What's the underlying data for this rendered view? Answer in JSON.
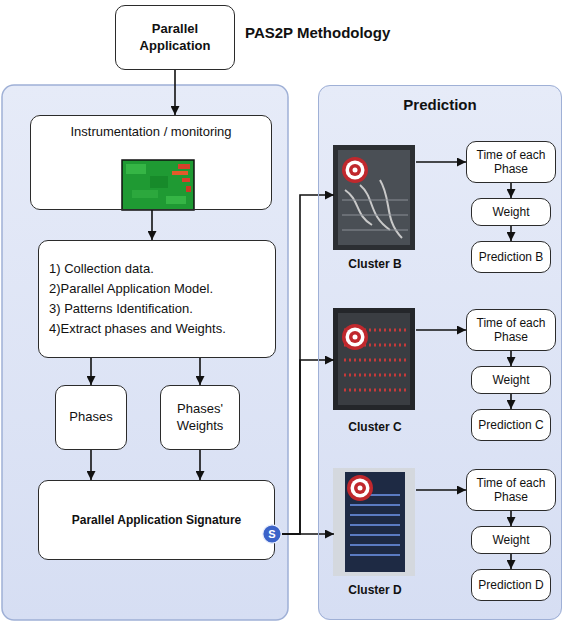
{
  "diagram": {
    "title": "PAS2P Methodology",
    "nodes": [
      {
        "text": [
          "Parallel Application"
        ]
      },
      {
        "text": [
          "Instrumentation / monitoring"
        ]
      },
      {
        "text": [
          "1) Collection data.",
          "2)Parallel Application Model.",
          "3) Patterns Identification.",
          "4)Extract phases and Weights."
        ]
      },
      {
        "text": [
          "Phases"
        ]
      },
      {
        "text": [
          "Phases' Weights"
        ]
      },
      {
        "text": [
          "Parallel Application Signature"
        ]
      },
      {
        "text": [
          "S"
        ]
      },
      {
        "text": [
          "Prediction"
        ]
      },
      {
        "text": [
          "Cluster B"
        ],
        "in": 7
      },
      {
        "text": [
          "Time of each Phase"
        ],
        "in": 7
      },
      {
        "text": [
          "Weight"
        ],
        "in": 7
      },
      {
        "text": [
          "Prediction B"
        ],
        "in": 7
      },
      {
        "text": [
          "Cluster C"
        ],
        "in": 7
      },
      {
        "text": [
          "Time of each Phase"
        ],
        "in": 7
      },
      {
        "text": [
          "Weight"
        ],
        "in": 7
      },
      {
        "text": [
          "Prediction C"
        ],
        "in": 7
      },
      {
        "text": [
          "Cluster D"
        ],
        "in": 7
      },
      {
        "text": [
          "Time of each Phase"
        ],
        "in": 7
      },
      {
        "text": [
          "Weight"
        ],
        "in": 7
      },
      {
        "text": [
          "Prediction D"
        ],
        "in": 7
      }
    ],
    "edges": [
      {
        "from": 0,
        "to": 1,
        "arrow": "to"
      },
      {
        "from": 1,
        "to": 2,
        "arrow": "to"
      },
      {
        "from": 2,
        "to": 3,
        "arrow": "to"
      },
      {
        "from": 2,
        "to": 4,
        "arrow": "to"
      },
      {
        "from": 3,
        "to": 5,
        "arrow": "to"
      },
      {
        "from": 4,
        "to": 5,
        "arrow": "to"
      },
      {
        "from": 6,
        "to": 8,
        "arrow": "to"
      },
      {
        "from": 6,
        "to": 12,
        "arrow": "to"
      },
      {
        "from": 6,
        "to": 16,
        "arrow": "to"
      },
      {
        "from": 8,
        "to": 9,
        "arrow": "to"
      },
      {
        "from": 9,
        "to": 10,
        "arrow": "to"
      },
      {
        "from": 10,
        "to": 11,
        "arrow": "to"
      },
      {
        "from": 12,
        "to": 13,
        "arrow": "to"
      },
      {
        "from": 13,
        "to": 14,
        "arrow": "to"
      },
      {
        "from": 14,
        "to": 15,
        "arrow": "to"
      },
      {
        "from": 16,
        "to": 17,
        "arrow": "to"
      },
      {
        "from": 17,
        "to": 18,
        "arrow": "to"
      },
      {
        "from": 18,
        "to": 19,
        "arrow": "to"
      }
    ]
  }
}
